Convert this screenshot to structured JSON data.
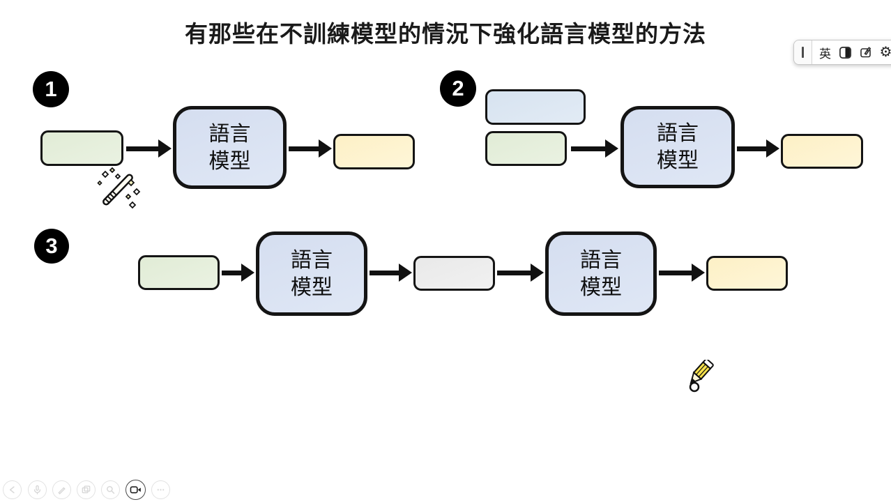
{
  "slide": {
    "title": "有那些在不訓練模型的情況下強化語言模型的方法"
  },
  "ime_toolbar": {
    "language_mode": "英",
    "settings_glyph": "⚙",
    "icons": [
      "drag-handle",
      "language-mode-chinese-english",
      "halfwidth-fullwidth-toggle",
      "handwriting-pad",
      "settings"
    ]
  },
  "diagram": {
    "badges": [
      "1",
      "2",
      "3"
    ],
    "model_line1": "語言",
    "model_line2": "模型"
  },
  "controls": [
    "previous-slide",
    "microphone",
    "pen",
    "all-slides",
    "zoom",
    "camera",
    "more-options"
  ],
  "colors": {
    "input_green": "#e4eeda",
    "context_blue": "#dbe5f1",
    "model_blue": "#dae3f2",
    "output_yellow": "#fdf2cc",
    "intermediate_gray": "#ececec",
    "stroke_black": "#141414"
  }
}
